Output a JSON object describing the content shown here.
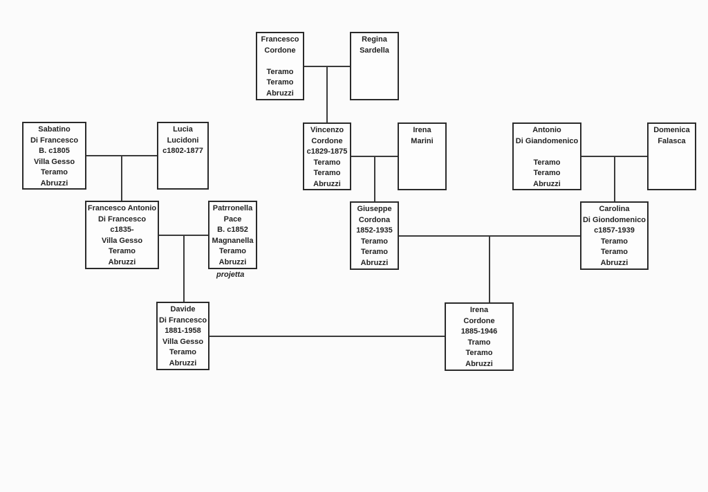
{
  "people": [
    {
      "id": "p1",
      "name": "person-francesco-cordone",
      "lines": [
        "Francesco",
        "Cordone",
        "",
        "Teramo",
        "Teramo",
        "Abruzzi"
      ]
    },
    {
      "id": "p2",
      "name": "person-regina-sardella",
      "lines": [
        "Regina",
        "Sardella"
      ]
    },
    {
      "id": "p3",
      "name": "person-sabatino-di-francesco",
      "lines": [
        "Sabatino",
        "Di Francesco",
        "B. c1805",
        "Villa Gesso",
        "Teramo",
        "Abruzzi"
      ]
    },
    {
      "id": "p4",
      "name": "person-lucia-lucidoni",
      "lines": [
        "Lucia",
        "Lucidoni",
        "c1802-1877"
      ]
    },
    {
      "id": "p5",
      "name": "person-vincenzo-cordone",
      "lines": [
        "Vincenzo",
        "Cordone",
        "c1829-1875",
        "Teramo",
        "Teramo",
        "Abruzzi"
      ]
    },
    {
      "id": "p6",
      "name": "person-irena-marini",
      "lines": [
        "Irena",
        "Marini"
      ]
    },
    {
      "id": "p7",
      "name": "person-antonio-di-giandomenico",
      "lines": [
        "Antonio",
        "Di Giandomenico",
        "",
        "Teramo",
        "Teramo",
        "Abruzzi"
      ]
    },
    {
      "id": "p8",
      "name": "person-domenica-falasca",
      "lines": [
        "Domenica",
        "Falasca"
      ]
    },
    {
      "id": "p9",
      "name": "person-francesco-antonio-di-francesco",
      "lines": [
        "Francesco Antonio",
        "Di Francesco",
        "c1835-",
        "Villa Gesso",
        "Teramo",
        "Abruzzi"
      ]
    },
    {
      "id": "p10",
      "name": "person-patrronella-pace",
      "lines": [
        "Patrronella",
        "Pace",
        "B. c1852",
        "Magnanella",
        "Teramo",
        "Abruzzi"
      ]
    },
    {
      "id": "p11",
      "name": "person-giuseppe-cordona",
      "lines": [
        "Giuseppe",
        "Cordona",
        "1852-1935",
        "Teramo",
        "Teramo",
        "Abruzzi"
      ]
    },
    {
      "id": "p12",
      "name": "person-carolina-di-giondomenico",
      "lines": [
        "Carolina",
        "Di Giondomenico",
        "c1857-1939",
        "Teramo",
        "Teramo",
        "Abruzzi"
      ]
    },
    {
      "id": "p13",
      "name": "person-davide-di-francesco",
      "lines": [
        "Davide",
        "Di Francesco",
        "1881-1958",
        "Villa Gesso",
        "Teramo",
        "Abruzzi"
      ]
    },
    {
      "id": "p14",
      "name": "person-irena-cordone",
      "lines": [
        "Irena",
        "Cordone",
        "1885-1946",
        "Tramo",
        "Teramo",
        "Abruzzi"
      ]
    }
  ],
  "unions": [
    {
      "a": "p1",
      "b": "p2",
      "child": "p5"
    },
    {
      "a": "p3",
      "b": "p4",
      "child": "p9"
    },
    {
      "a": "p5",
      "b": "p6",
      "child": "p11"
    },
    {
      "a": "p7",
      "b": "p8",
      "child": "p12"
    },
    {
      "a": "p9",
      "b": "p10",
      "child": "p13"
    },
    {
      "a": "p11",
      "b": "p12",
      "child": "p14"
    },
    {
      "a": "p13",
      "b": "p14",
      "child": null
    }
  ],
  "note": {
    "text": "projetta"
  },
  "colors": {
    "line": "#3a3a3a",
    "border": "#2a2a2a",
    "background": "#fbfbfb"
  }
}
